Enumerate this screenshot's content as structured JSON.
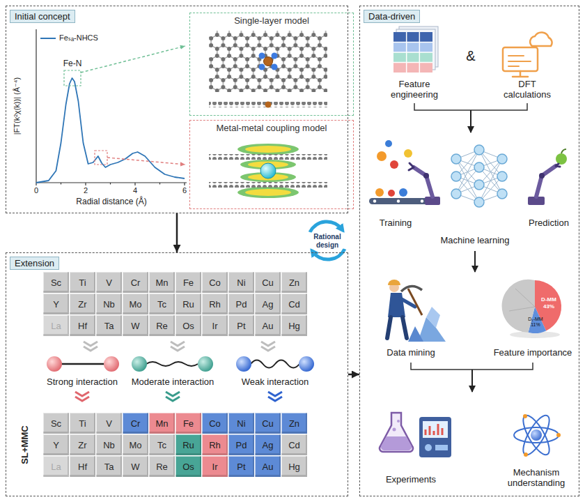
{
  "diagram": {
    "nodes": [
      {
        "text": [
          "Initial concept"
        ]
      },
      {
        "text": [
          "Single-layer model"
        ],
        "in": 0
      },
      {
        "text": [
          "Metal-metal coupling model"
        ],
        "in": 0
      },
      {
        "text": [
          "Data-driven"
        ]
      },
      {
        "text": [
          "Extension"
        ]
      },
      {
        "text": [
          "Sc"
        ],
        "in": 4
      },
      {
        "text": [
          "Ti"
        ],
        "in": 4
      },
      {
        "text": [
          "V"
        ],
        "in": 4
      },
      {
        "text": [
          "Cr"
        ],
        "in": 4
      },
      {
        "text": [
          "Mn"
        ],
        "in": 4
      },
      {
        "text": [
          "Fe"
        ],
        "in": 4
      },
      {
        "text": [
          "Co"
        ],
        "in": 4
      },
      {
        "text": [
          "Ni"
        ],
        "in": 4
      },
      {
        "text": [
          "Cu"
        ],
        "in": 4
      },
      {
        "text": [
          "Zn"
        ],
        "in": 4
      },
      {
        "text": [
          "Y"
        ],
        "in": 4
      },
      {
        "text": [
          "Zr"
        ],
        "in": 4
      },
      {
        "text": [
          "Nb"
        ],
        "in": 4
      },
      {
        "text": [
          "Mo"
        ],
        "in": 4
      },
      {
        "text": [
          "Tc"
        ],
        "in": 4
      },
      {
        "text": [
          "Ru"
        ],
        "in": 4
      },
      {
        "text": [
          "Rh"
        ],
        "in": 4
      },
      {
        "text": [
          "Pd"
        ],
        "in": 4
      },
      {
        "text": [
          "Ag"
        ],
        "in": 4
      },
      {
        "text": [
          "Cd"
        ],
        "in": 4
      },
      {
        "text": [
          "La"
        ],
        "in": 4
      },
      {
        "text": [
          "Hf"
        ],
        "in": 4
      },
      {
        "text": [
          "Ta"
        ],
        "in": 4
      },
      {
        "text": [
          "W"
        ],
        "in": 4
      },
      {
        "text": [
          "Re"
        ],
        "in": 4
      },
      {
        "text": [
          "Os"
        ],
        "in": 4
      },
      {
        "text": [
          "Ir"
        ],
        "in": 4
      },
      {
        "text": [
          "Pt"
        ],
        "in": 4
      },
      {
        "text": [
          "Au"
        ],
        "in": 4
      },
      {
        "text": [
          "Hg"
        ],
        "in": 4
      },
      {
        "text": [
          "Sc"
        ],
        "in": 4
      },
      {
        "text": [
          "Ti"
        ],
        "in": 4
      },
      {
        "text": [
          "V"
        ],
        "in": 4
      },
      {
        "text": [
          "Cr"
        ],
        "in": 4
      },
      {
        "text": [
          "Mn"
        ],
        "in": 4
      },
      {
        "text": [
          "Fe"
        ],
        "in": 4
      },
      {
        "text": [
          "Co"
        ],
        "in": 4
      },
      {
        "text": [
          "Ni"
        ],
        "in": 4
      },
      {
        "text": [
          "Cu"
        ],
        "in": 4
      },
      {
        "text": [
          "Zn"
        ],
        "in": 4
      },
      {
        "text": [
          "Y"
        ],
        "in": 4
      },
      {
        "text": [
          "Zr"
        ],
        "in": 4
      },
      {
        "text": [
          "Nb"
        ],
        "in": 4
      },
      {
        "text": [
          "Mo"
        ],
        "in": 4
      },
      {
        "text": [
          "Tc"
        ],
        "in": 4
      },
      {
        "text": [
          "Ru"
        ],
        "in": 4
      },
      {
        "text": [
          "Rh"
        ],
        "in": 4
      },
      {
        "text": [
          "Pd"
        ],
        "in": 4
      },
      {
        "text": [
          "Ag"
        ],
        "in": 4
      },
      {
        "text": [
          "Cd"
        ],
        "in": 4
      },
      {
        "text": [
          "La"
        ],
        "in": 4
      },
      {
        "text": [
          "Hf"
        ],
        "in": 4
      },
      {
        "text": [
          "Ta"
        ],
        "in": 4
      },
      {
        "text": [
          "W"
        ],
        "in": 4
      },
      {
        "text": [
          "Re"
        ],
        "in": 4
      },
      {
        "text": [
          "Os"
        ],
        "in": 4
      },
      {
        "text": [
          "Ir"
        ],
        "in": 4
      },
      {
        "text": [
          "Pt"
        ],
        "in": 4
      },
      {
        "text": [
          "Au"
        ],
        "in": 4
      },
      {
        "text": [
          "Hg"
        ],
        "in": 4
      }
    ],
    "edges": [
      {
        "from": 0,
        "to": 4,
        "arrow": "to"
      },
      {
        "from": 4,
        "to": 3,
        "arrow": "to"
      }
    ],
    "labels": [
      "|FT(k²χ(k))| (Å⁻⁴)",
      "Fe-N",
      "0",
      "2",
      "4",
      "6",
      "Radial distance (Å)",
      "Rational design",
      "Strong interaction",
      "Moderate interaction",
      "Weak interaction",
      "SL+MMC",
      "Feature engineering",
      "&",
      "DFT calculations",
      "Training",
      "Prediction",
      "Machine learning",
      "Data mining",
      "Feature importance",
      "D-MM",
      "43%",
      "D₁-MM",
      "11%",
      "Experiments",
      "Mechanism understanding"
    ],
    "legend": [
      {
        "text": "Feₛₐ-NHCS"
      }
    ]
  }
}
